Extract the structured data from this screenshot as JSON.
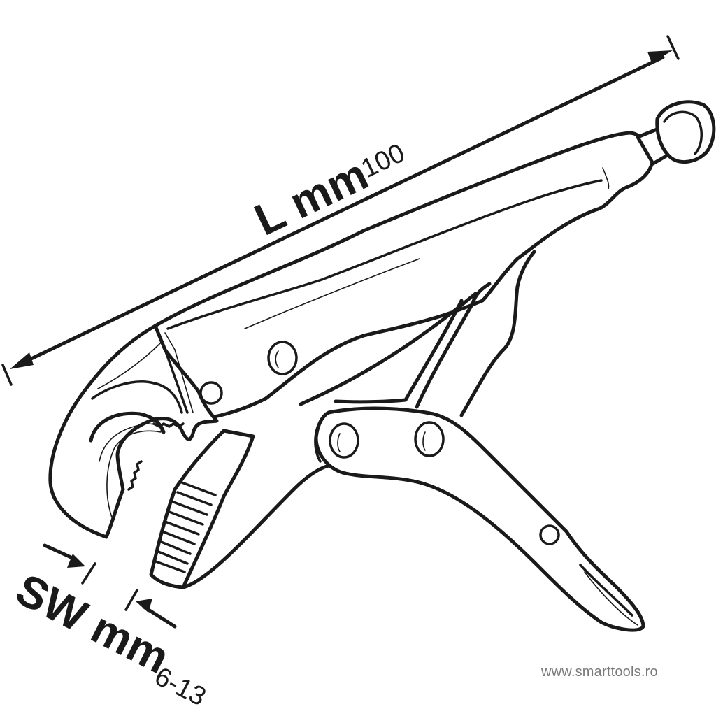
{
  "diagram": {
    "subject": "locking-pliers-curved-jaw",
    "line_color": "#1a1a1a",
    "background": "#ffffff"
  },
  "dimensions": {
    "length": {
      "label": "L mm",
      "value": "100"
    },
    "jaw_opening": {
      "label": "SW mm",
      "value": "6-13"
    }
  },
  "watermark": {
    "text": "www.smarttools.ro",
    "color": "#7a7a7a"
  }
}
